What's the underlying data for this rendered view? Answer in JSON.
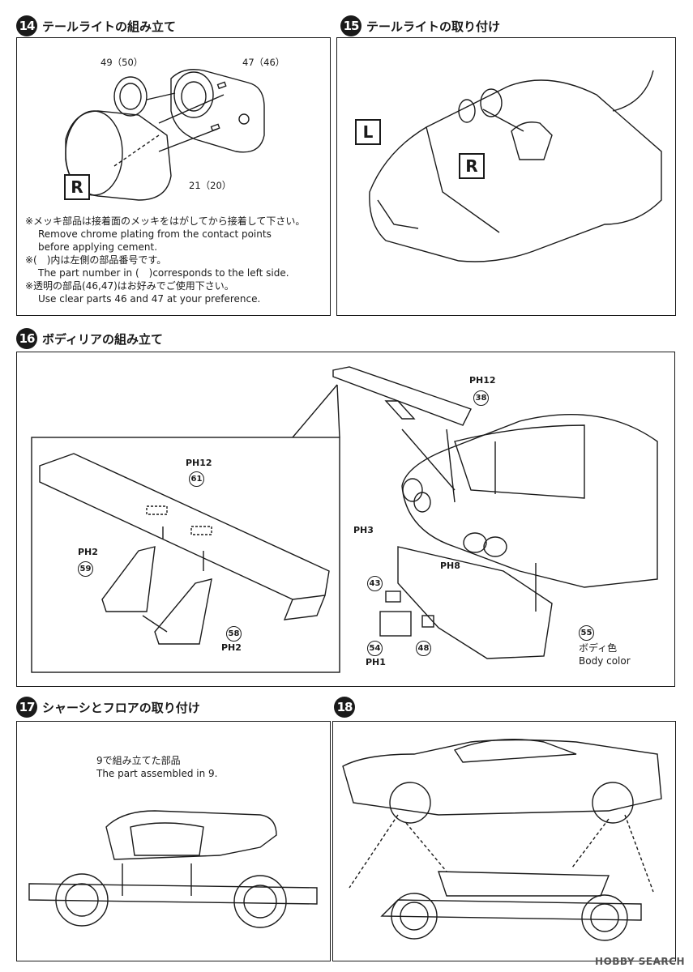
{
  "steps": {
    "s14": {
      "num": "14",
      "title": "テールライトの組み立て"
    },
    "s15": {
      "num": "15",
      "title": "テールライトの取り付け"
    },
    "s16": {
      "num": "16",
      "title": "ボディリアの組み立て"
    },
    "s17": {
      "num": "17",
      "title": "シャーシとフロアの取り付け"
    },
    "s18": {
      "num": "18",
      "title": ""
    }
  },
  "panel14": {
    "part_49_50": "49（50）",
    "part_47_46": "47（46）",
    "part_21_20": "21（20）",
    "side_label": "R",
    "notes": [
      "※メッキ部品は接着面のメッキをはがしてから接着して下さい。",
      "Remove chrome plating from the contact points",
      "before applying cement.",
      "※(　)内は左側の部品番号です。",
      "The part number in (　)corresponds to the left side.",
      "※透明の部品(46,47)はお好みでご使用下さい。",
      "Use clear parts 46 and 47 at your preference."
    ]
  },
  "panel15": {
    "left_label": "L",
    "right_label": "R"
  },
  "panel16": {
    "wing_runner": "PH12",
    "wing_part": "61",
    "stay_left_runner": "PH2",
    "stay_left_part": "59",
    "stay_right_part": "58",
    "stay_right_runner": "PH2",
    "car_wing_runner": "PH12",
    "car_wing_part": "38",
    "rear_runner": "PH3",
    "bumper_runner": "PH8",
    "part_43": "43",
    "part_54": "54",
    "part_54_runner": "PH1",
    "part_48": "48",
    "part_55": "55",
    "body_color_jp": "ボディ色",
    "body_color_en": "Body color"
  },
  "panel17": {
    "note_jp": "9で組み立てた部品",
    "note_en": "The part assembled in 9."
  },
  "watermark": "HOBBY SEARCH"
}
